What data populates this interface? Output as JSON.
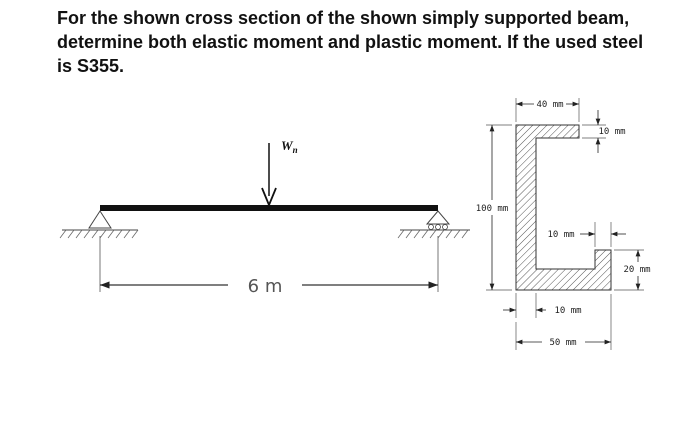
{
  "question": {
    "line1": "For the shown cross section of the shown simply supported beam,",
    "line2": "determine both elastic moment and plastic moment. If the used steel",
    "line3": "is S355."
  },
  "beam": {
    "load_label": "W",
    "load_subscript": "n",
    "span_label": "6 m"
  },
  "section": {
    "top_width": "40 mm",
    "top_thickness": "10 mm",
    "height": "100 mm",
    "inner_gap": "10 mm",
    "lip_height": "20 mm",
    "web_thickness": "10 mm",
    "bottom_width": "50 mm"
  }
}
